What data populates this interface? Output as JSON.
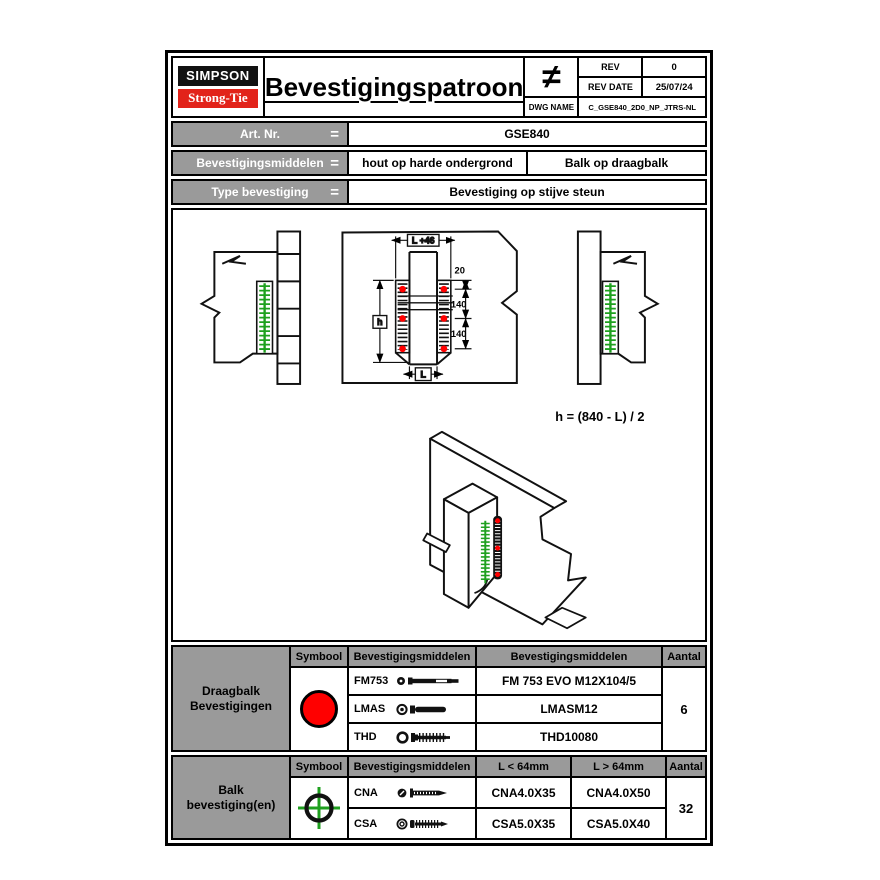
{
  "title_block": {
    "logo_primary": "SIMPSON",
    "logo_secondary": "Strong-Tie",
    "drawing_title": "Bevestigingspatroon",
    "pattern_symbol": "≠",
    "rev_label": "REV",
    "rev_value": "0",
    "rev_date_label": "REV DATE",
    "rev_date_value": "25/07/24",
    "dwg_name_label": "DWG NAME",
    "dwg_name_value": "C_GSE840_2D0_NP_JTRS-NL"
  },
  "info_table": {
    "rows": [
      {
        "label": "Art. Nr.",
        "eq": "=",
        "values": [
          "GSE840"
        ]
      },
      {
        "label": "Bevestigingsmiddelen",
        "eq": "=",
        "values": [
          "hout op harde ondergrond",
          "Balk op draagbalk"
        ]
      },
      {
        "label": "Type bevestiging",
        "eq": "=",
        "values": [
          "Bevestiging op stijve steun"
        ]
      }
    ]
  },
  "drawing": {
    "formula": "h = (840 - L) / 2",
    "dim_top_width": "L +46",
    "dim_edge_offset": "20",
    "dim_spacing_1": "140",
    "dim_spacing_2": "140",
    "dim_height": "h",
    "dim_bottom_width": "L"
  },
  "draagbalk_table": {
    "group_label": "Draagbalk Bevestigingen",
    "headers": {
      "symbol": "Symbool",
      "fasteners": "Bevestigingsmiddelen",
      "fasteners2": "Bevestigingsmiddelen",
      "qty": "Aantal"
    },
    "rows": [
      {
        "code": "FM753",
        "product": "FM 753 EVO M12X104/5"
      },
      {
        "code": "LMAS",
        "product": "LMASM12"
      },
      {
        "code": "THD",
        "product": "THD10080"
      }
    ],
    "qty_value": "6"
  },
  "balk_table": {
    "group_label": "Balk bevestiging(en)",
    "headers": {
      "symbol": "Symbool",
      "fasteners": "Bevestigingsmiddelen",
      "short": "L < 64mm",
      "long": "L > 64mm",
      "qty": "Aantal"
    },
    "rows": [
      {
        "code": "CNA",
        "short": "CNA4.0X35",
        "long": "CNA4.0X50"
      },
      {
        "code": "CSA",
        "short": "CSA5.0X35",
        "long": "CSA5.0X40"
      }
    ],
    "qty_value": "32"
  },
  "colors": {
    "bolt_red": "#ff0000",
    "nail_green": "#1fa01f",
    "brand_red": "#e2231a",
    "cell_gray": "#9a9a9a"
  }
}
